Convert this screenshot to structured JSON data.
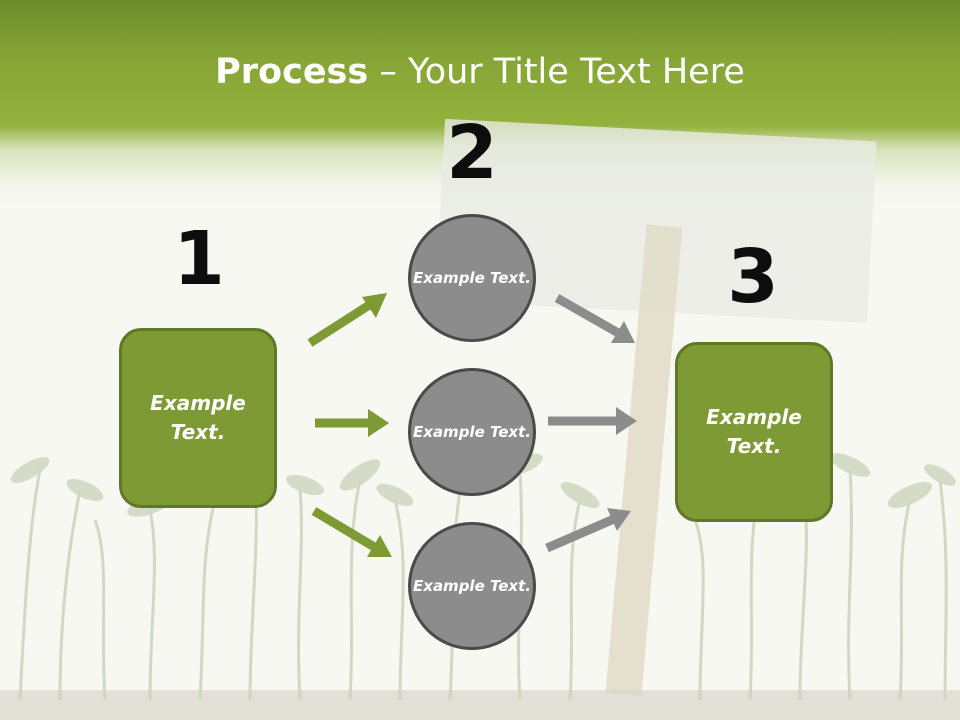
{
  "title": {
    "bold": "Process",
    "rest": " – Your Title Text Here"
  },
  "steps": [
    {
      "number": "1",
      "label": "Example Text."
    },
    {
      "number": "2",
      "items": [
        {
          "label": "Example Text."
        },
        {
          "label": "Example Text."
        },
        {
          "label": "Example Text."
        }
      ]
    },
    {
      "number": "3",
      "label": "Example Text."
    }
  ],
  "colors": {
    "header_green": "#86a536",
    "box_green": "#7e9a35",
    "circle_gray": "#8c8c8c",
    "arrow_green": "#7e9a35",
    "arrow_gray": "#8c8c8c"
  }
}
